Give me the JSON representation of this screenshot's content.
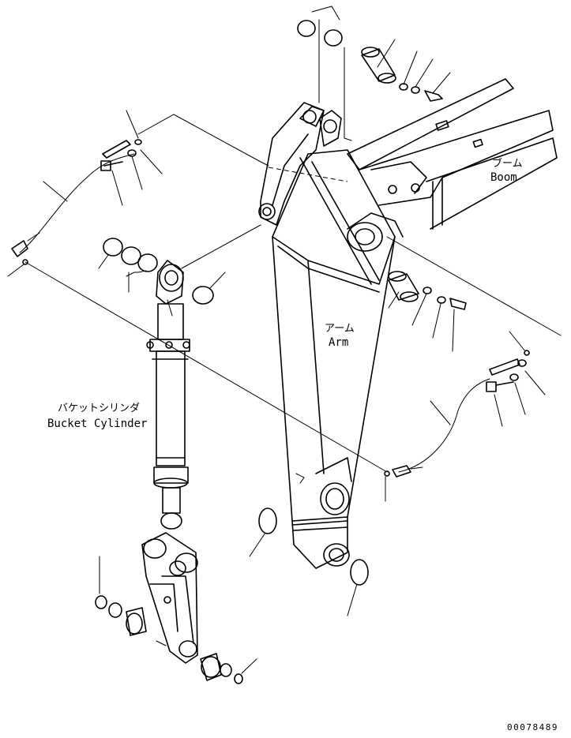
{
  "labels": {
    "boom_jp": "ブーム",
    "boom_en": "Boom",
    "arm_jp": "アーム",
    "arm_en": "Arm",
    "cylinder_jp": "バケットシリンダ",
    "cylinder_en": "Bucket Cylinder"
  },
  "drawing_number": "00078489"
}
